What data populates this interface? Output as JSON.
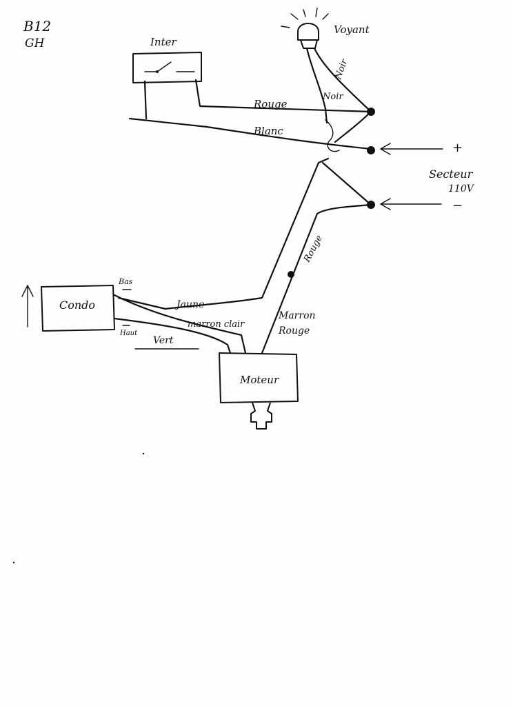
{
  "header": {
    "line1": "B12",
    "line2": "GH"
  },
  "components": {
    "switch": "Inter",
    "lamp": "Voyant",
    "capacitor": "Condo",
    "motor": "Moteur"
  },
  "wires": {
    "noir_top": "Noir",
    "noir_side": "Noir",
    "rouge_top": "Rouge",
    "blanc": "Blanc",
    "rouge_mid": "Rouge",
    "jaune": "Jaune",
    "marron_clair": "marron clair",
    "vert": "Vert",
    "marron_rouge_1": "Marron",
    "marron_rouge_2": "Rouge"
  },
  "terminals": {
    "bas": "Bas",
    "haut": "Haut"
  },
  "supply": {
    "label": "Secteur",
    "voltage": "110V",
    "plus": "+",
    "minus": "−"
  },
  "colors": {
    "ink": "#111111",
    "paper": "#fefefe"
  }
}
